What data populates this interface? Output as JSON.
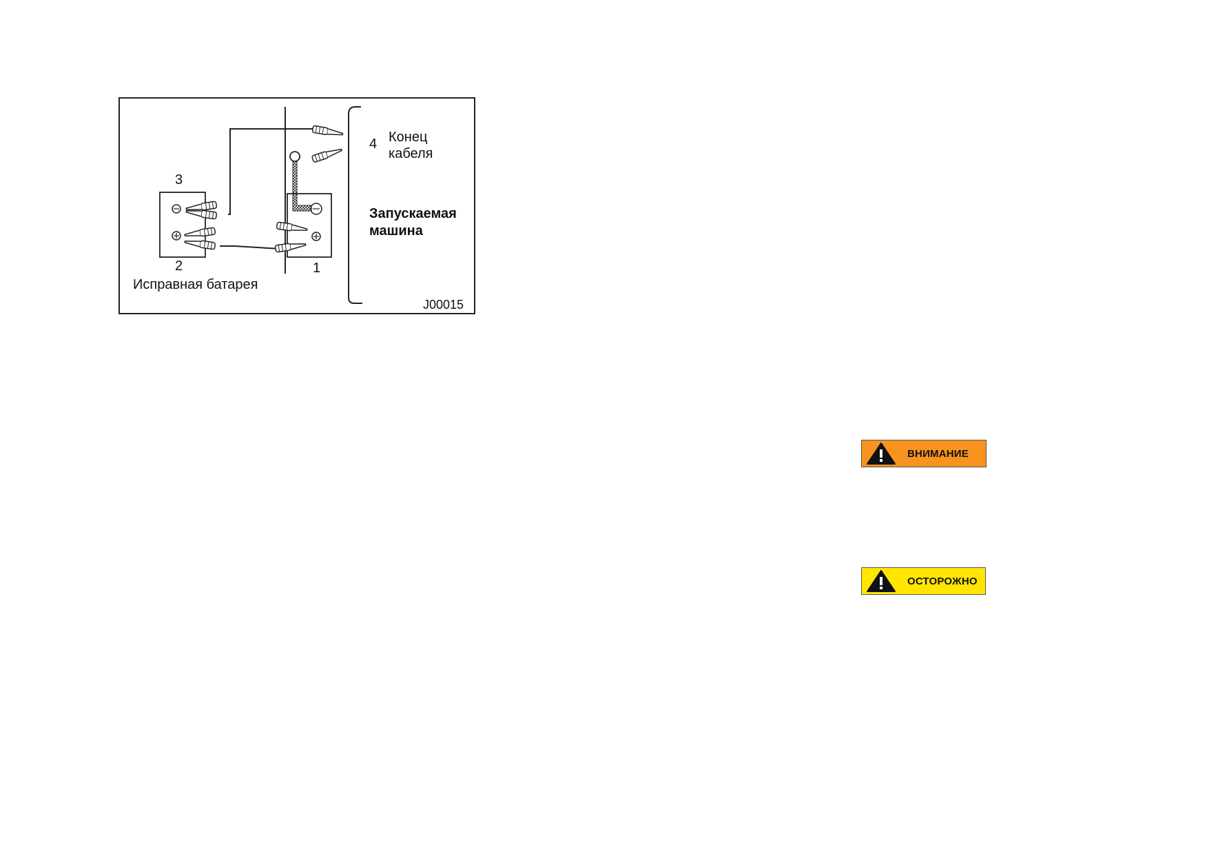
{
  "figure": {
    "labels": {
      "n1": "1",
      "n2": "2",
      "n3": "3",
      "n4": "4",
      "cable_end_line1": "Конец",
      "cable_end_line2": "кабеля",
      "target_line1": "Запускаемая",
      "target_line2": "машина",
      "good_battery": "Исправная батарея"
    },
    "code": "J00015"
  },
  "badges": {
    "warning": {
      "text": "ВНИМАНИЕ",
      "color": "#F7931E",
      "icon": "warning-triangle-icon"
    },
    "caution": {
      "text": "ОСТОРОЖНО",
      "color": "#FFE500",
      "icon": "warning-triangle-icon"
    }
  }
}
